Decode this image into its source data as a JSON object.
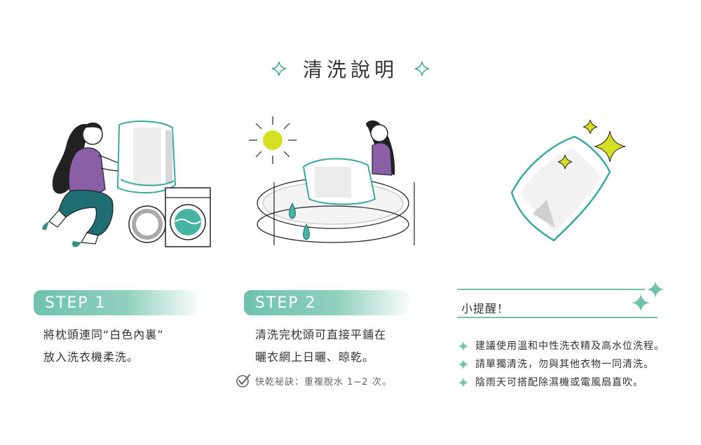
{
  "title": "清洗說明",
  "steps": [
    {
      "label": "STEP 1",
      "text_lines": [
        "將枕頭連同“白色內裏”",
        "放入洗衣機柔洗。"
      ]
    },
    {
      "label": "STEP 2",
      "text_lines": [
        "清洗完枕頭可直接平鋪在",
        "曬衣網上日曬、晾乾。"
      ]
    }
  ],
  "tip": "快乾祕訣：重複脫水 1~2 次。",
  "reminder": {
    "title": "小提醒！",
    "items": [
      "建議使用溫和中性洗衣精及高水位洗程。",
      "請單獨清洗，勿與其他衣物一同清洗。",
      "陰雨天可搭配除濕機或電風扇直吹。"
    ]
  },
  "colors": {
    "accent": "#6fc2ac",
    "sun": "#d4e020",
    "purple": "#8a5fa6",
    "teal_dark": "#1f6e74",
    "text": "#333333"
  },
  "icons": [
    "sparkle-icon",
    "check-circle-icon",
    "sun-icon",
    "water-drop-icon",
    "pillow-icon",
    "washing-machine-icon"
  ]
}
